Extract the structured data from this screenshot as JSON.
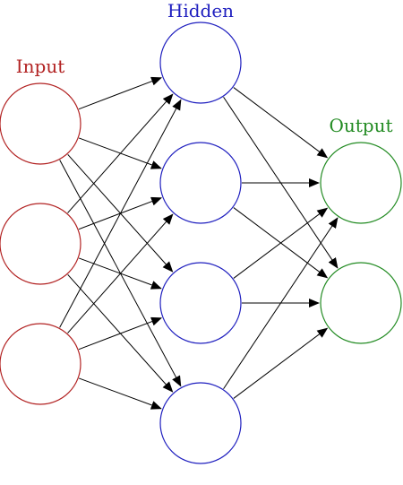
{
  "colors": {
    "input": "#b22222",
    "hidden": "#1f1fbf",
    "output": "#228b22",
    "edge": "#000000",
    "background": "#ffffff"
  },
  "layers": [
    {
      "id": "input",
      "label": "Input",
      "node_count": 3
    },
    {
      "id": "hidden",
      "label": "Hidden",
      "node_count": 4
    },
    {
      "id": "output",
      "label": "Output",
      "node_count": 2
    }
  ],
  "connections": [
    {
      "from": "input",
      "to": "hidden",
      "type": "fully-connected"
    },
    {
      "from": "hidden",
      "to": "output",
      "type": "fully-connected"
    }
  ]
}
